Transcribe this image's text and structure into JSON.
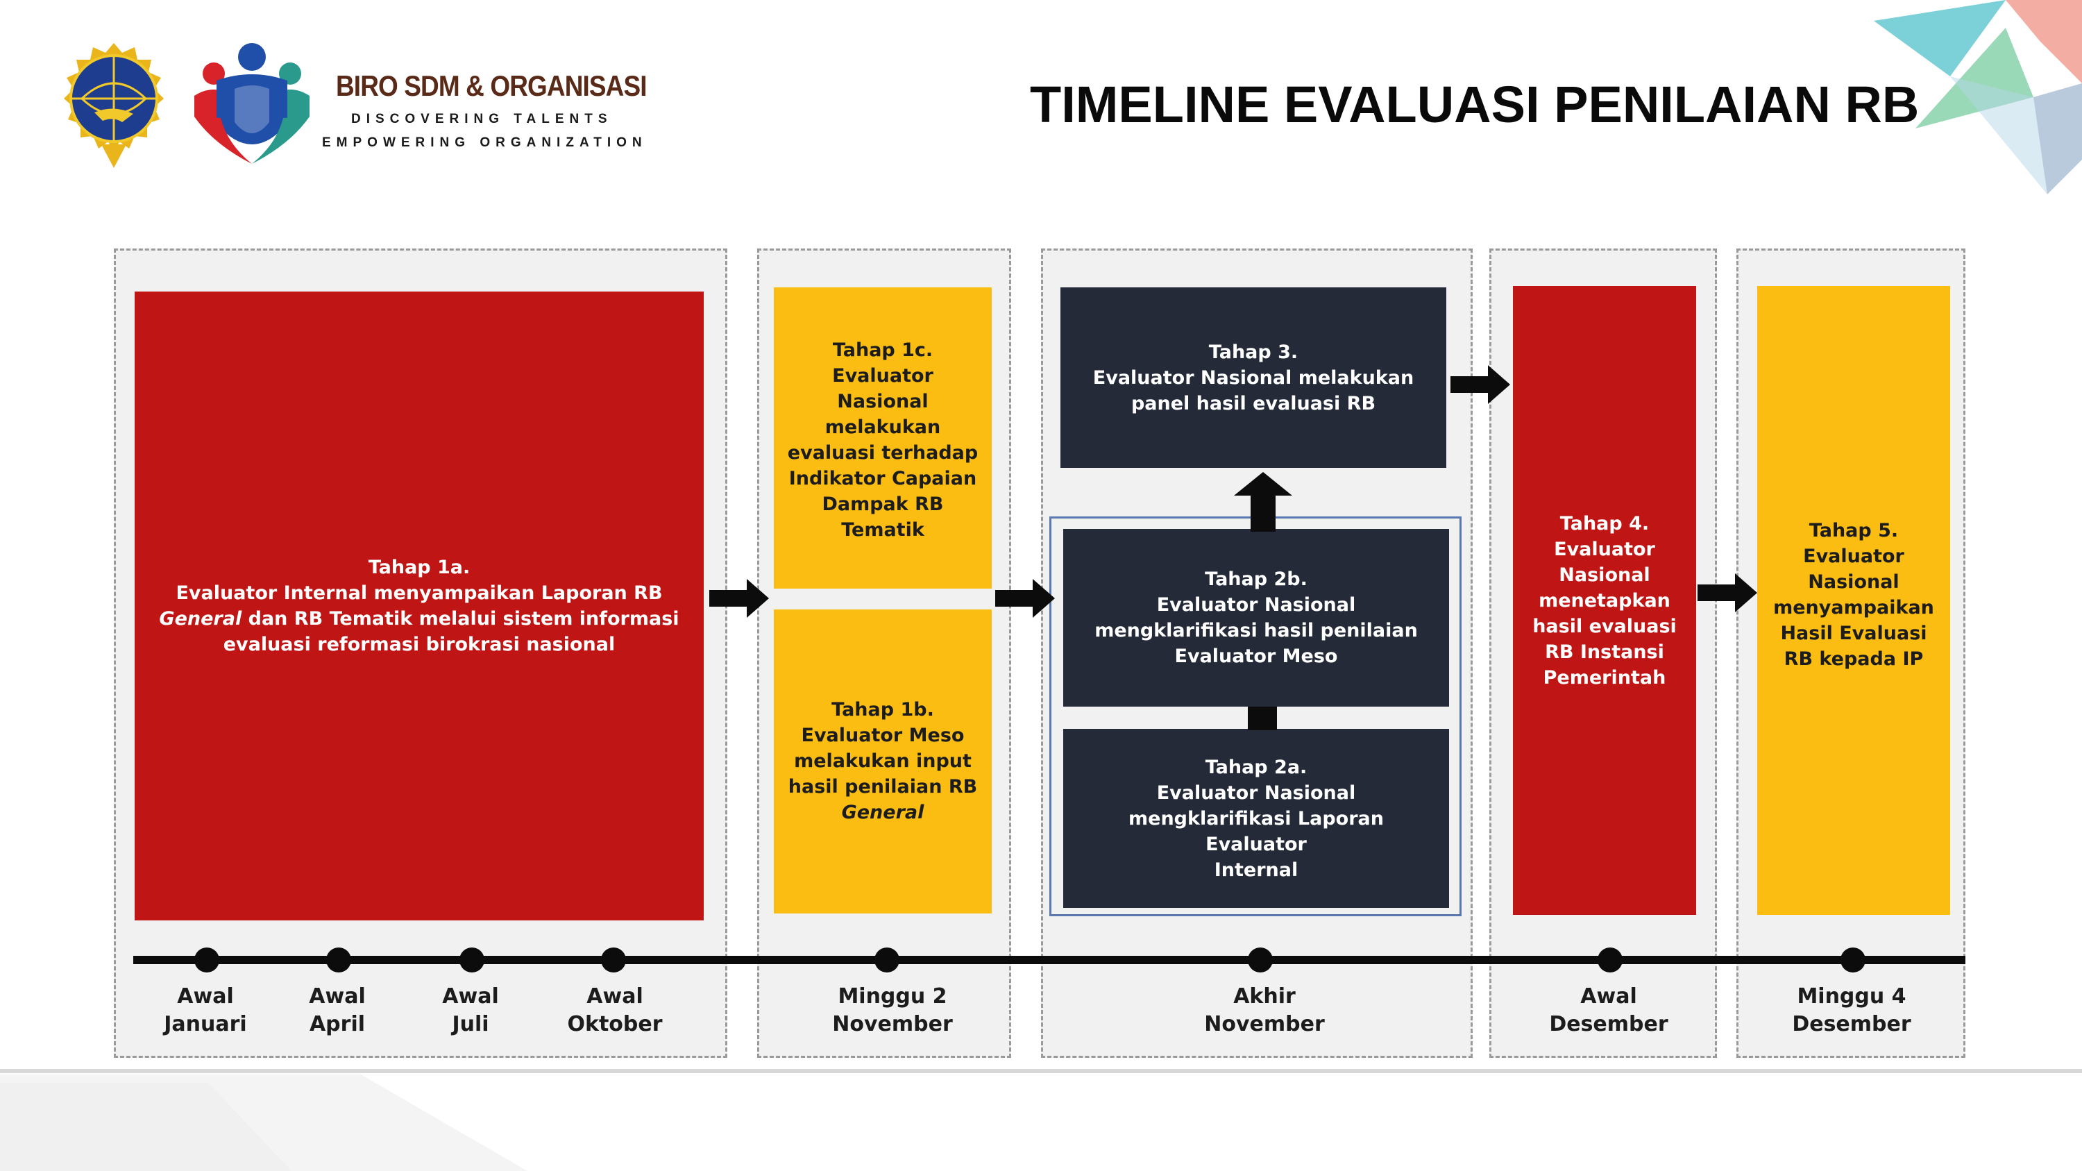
{
  "header": {
    "brand_name": "BIRO SDM & ORGANISASI",
    "tagline_1": "DISCOVERING TALENTS",
    "tagline_2": "EMPOWERING ORGANIZATION",
    "title": "TIMELINE EVALUASI PENILAIAN RB"
  },
  "colors": {
    "red": "#bf1515",
    "yellow": "#fbbd12",
    "dark": "#242a38",
    "frame_blue": "#5a78b0"
  },
  "stages": {
    "s1a": {
      "heading": "Tahap 1a.",
      "line1": "Evaluator Internal menyampaikan Laporan RB",
      "line2_italic": "General",
      "line2_rest": " dan RB Tematik melalui sistem informasi",
      "line3": "evaluasi reformasi birokrasi nasional"
    },
    "s1c": {
      "heading": "Tahap 1c.",
      "body": "Evaluator\nNasional\nmelakukan\nevaluasi terhadap\nIndikator Capaian\nDampak RB\nTematik"
    },
    "s1b": {
      "heading": "Tahap 1b.",
      "body": "Evaluator Meso\nmelakukan input\nhasil penilaian RB",
      "italic": "General"
    },
    "s3": {
      "heading": "Tahap 3.",
      "body": "Evaluator Nasional melakukan\npanel hasil evaluasi RB"
    },
    "s2b": {
      "heading": "Tahap 2b.",
      "body": "Evaluator Nasional\nmengklarifikasi hasil penilaian\nEvaluator Meso"
    },
    "s2a": {
      "heading": "Tahap 2a.",
      "body": "Evaluator Nasional\nmengklarifikasi Laporan Evaluator\nInternal"
    },
    "s4": {
      "heading": "Tahap 4.",
      "body": "Evaluator\nNasional\nmenetapkan\nhasil evaluasi\nRB Instansi\nPemerintah"
    },
    "s5": {
      "heading": "Tahap 5.",
      "body": "Evaluator\nNasional\nmenyampaikan\nHasil Evaluasi\nRB kepada IP"
    }
  },
  "timeline": [
    {
      "label": "Awal\nJanuari"
    },
    {
      "label": "Awal\nApril"
    },
    {
      "label": "Awal\nJuli"
    },
    {
      "label": "Awal\nOktober"
    },
    {
      "label": "Minggu 2\nNovember"
    },
    {
      "label": "Akhir\nNovember"
    },
    {
      "label": "Awal\nDesember"
    },
    {
      "label": "Minggu 4\nDesember"
    }
  ]
}
